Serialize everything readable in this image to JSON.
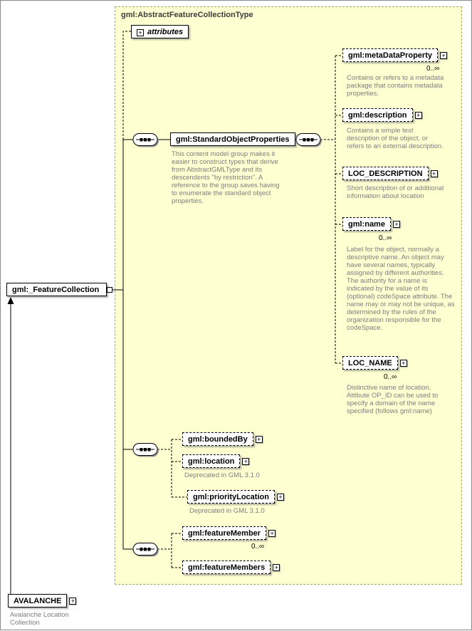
{
  "diagram": {
    "complex_type": {
      "title": "gml:AbstractFeatureCollectionType"
    },
    "attributes": {
      "label": "attributes"
    },
    "root": {
      "label": "gml:_FeatureCollection"
    },
    "group": {
      "label": "gml:StandardObjectProperties",
      "doc": "This content model group makes it easier to construct types that derive from AbstractGMLType and its descendents \"by restriction\". A reference to the group saves having to enumerate the standard object properties."
    },
    "metaDataProperty": {
      "label": "gml:metaDataProperty",
      "occurs": "0..∞",
      "doc": "Contains or refers to a metadata package that contains metadata properties."
    },
    "description": {
      "label": "gml:description",
      "doc": "Contains a simple text description of the object, or refers to an external description."
    },
    "loc_description": {
      "label": "LOC_DESCRIPTION",
      "doc": "Short description of or additional information about location"
    },
    "name": {
      "label": "gml:name",
      "occurs": "0..∞",
      "doc": "Label for the object, normally a descriptive name. An object may have several names, typically assigned by different authorities.  The authority for a name is indicated by the value of its (optional) codeSpace attribute.  The name may or may not be unique, as determined by the rules of the organization responsible for the codeSpace."
    },
    "loc_name": {
      "label": "LOC_NAME",
      "occurs": "0..∞",
      "doc": "Distinctive name of location. Attibute OP_ID can be used to specify a domain of the name specified (follows gml:name)"
    },
    "boundedBy": {
      "label": "gml:boundedBy"
    },
    "location": {
      "label": "gml:location",
      "doc": "Deprecated in GML 3.1.0"
    },
    "priorityLocation": {
      "label": "gml:priorityLocation",
      "doc": "Deprecated in GML 3.1.0"
    },
    "featureMember": {
      "label": "gml:featureMember",
      "occurs": "0..∞"
    },
    "featureMembers": {
      "label": "gml:featureMembers"
    },
    "derived": {
      "label": "AVALANCHE",
      "doc": "Avalanche Location Collection"
    }
  }
}
